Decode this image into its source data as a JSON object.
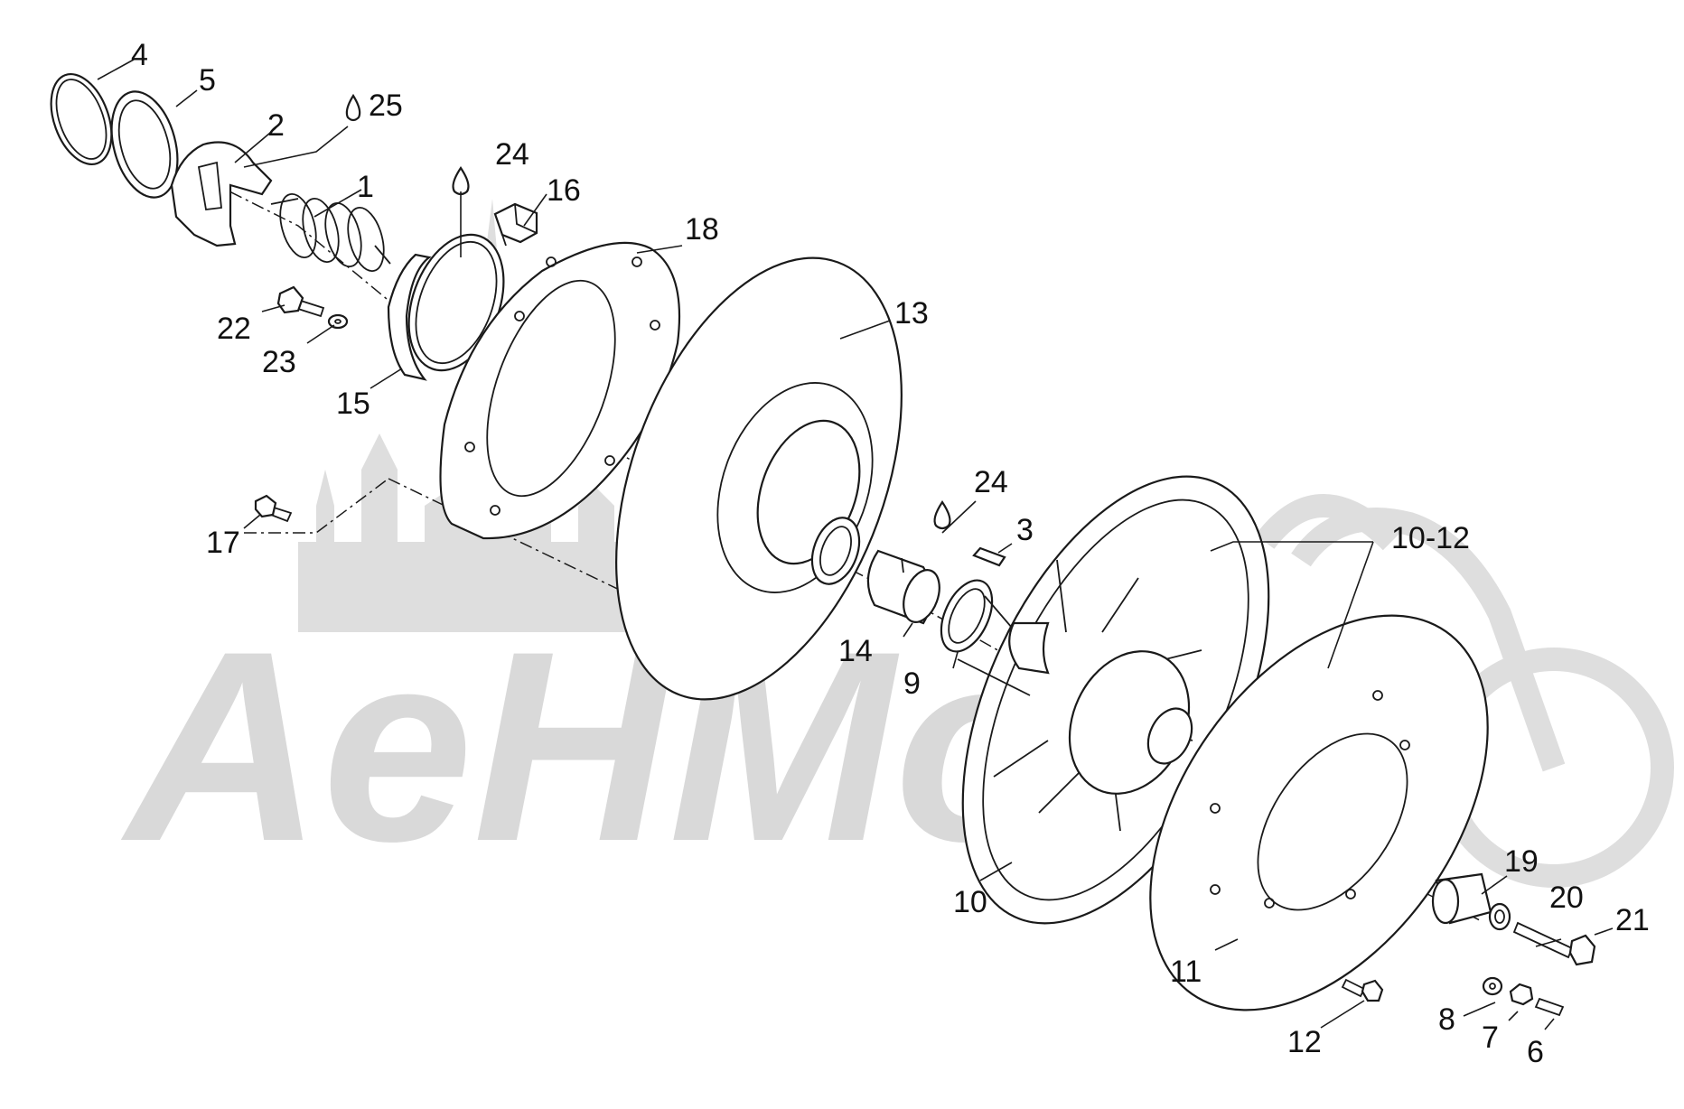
{
  "watermark": {
    "text": "AeHMoto",
    "color": "#dedede"
  },
  "colors": {
    "line": "#1a1a1a",
    "background": "#ffffff"
  },
  "callouts": {
    "c1": "1",
    "c2": "2",
    "c3": "3",
    "c4": "4",
    "c5": "5",
    "c6": "6",
    "c7": "7",
    "c8": "8",
    "c9": "9",
    "c10": "10",
    "c10_12": "10-12",
    "c11": "11",
    "c12": "12",
    "c13": "13",
    "c14": "14",
    "c15": "15",
    "c16": "16",
    "c17": "17",
    "c18": "18",
    "c19": "19",
    "c20": "20",
    "c21": "21",
    "c22": "22",
    "c23": "23",
    "c24a": "24",
    "c24b": "24",
    "c25": "25"
  }
}
